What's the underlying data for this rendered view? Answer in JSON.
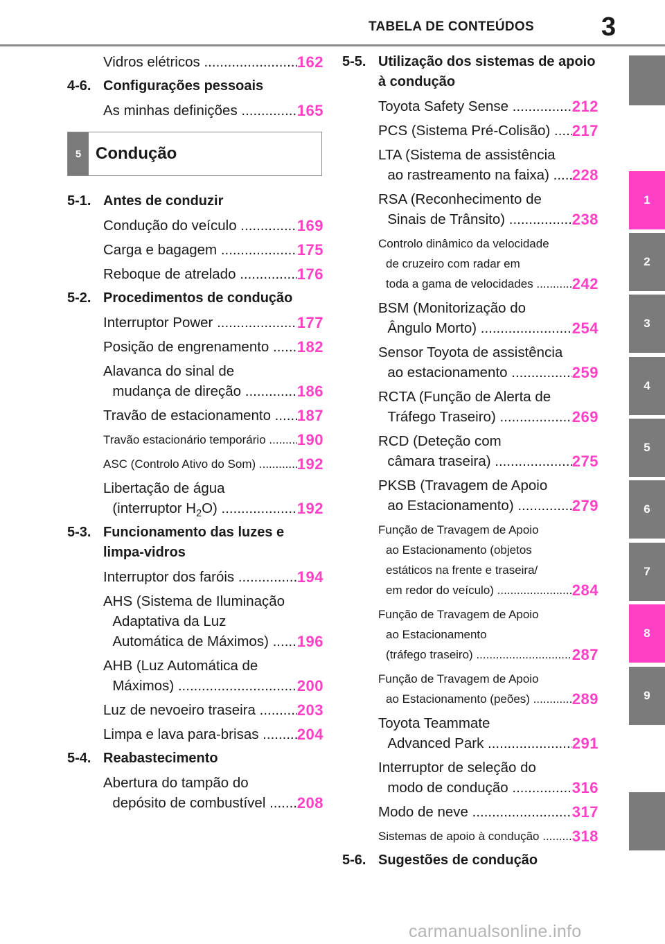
{
  "header": {
    "title": "TABELA DE CONTEÚDOS",
    "page_number": "3"
  },
  "colors": {
    "accent": "#ff3fc5",
    "tab_gray": "#7b7b7b",
    "rule": "#8a8a8a"
  },
  "left_column": {
    "top_entries": [
      {
        "title": "Vidros elétricos",
        "page": "162"
      }
    ],
    "section_4_6": {
      "number": "4-6.",
      "title": "Configurações pessoais",
      "entries": [
        {
          "title": "As minhas definições",
          "page": "165"
        }
      ]
    },
    "chapter": {
      "number": "5",
      "title": "Condução"
    },
    "section_5_1": {
      "number": "5-1.",
      "title": "Antes de conduzir",
      "entries": [
        {
          "title": "Condução do veículo",
          "page": "169"
        },
        {
          "title": "Carga e bagagem",
          "page": "175"
        },
        {
          "title": "Reboque de atrelado",
          "page": "176"
        }
      ]
    },
    "section_5_2": {
      "number": "5-2.",
      "title": "Procedimentos de condução",
      "entries": [
        {
          "title": "Interruptor Power",
          "page": "177"
        },
        {
          "title": "Posição de engrenamento",
          "page": "182"
        },
        {
          "title_pre": "Alavanca do sinal de",
          "title": "mudança de direção",
          "page": "186"
        },
        {
          "title": "Travão de estacionamento",
          "page": "187"
        },
        {
          "title": "Travão estacionário temporário",
          "page": "190"
        },
        {
          "title": "ASC (Controlo Ativo do Som)",
          "page": "192"
        },
        {
          "title_pre": "Libertação de água",
          "title_a": "(interruptor H",
          "title_sub": "2",
          "title_b": "O)",
          "page": "192"
        }
      ]
    },
    "section_5_3": {
      "number": "5-3.",
      "title": "Funcionamento das luzes e limpa-vidros",
      "entries": [
        {
          "title": "Interruptor dos faróis",
          "page": "194"
        },
        {
          "title_pre": "AHS (Sistema de Iluminação\nAdaptativa da Luz",
          "title": "Automática de Máximos)",
          "page": "196"
        },
        {
          "title_pre": "AHB (Luz Automática de",
          "title": "Máximos)",
          "page": "200"
        },
        {
          "title": "Luz de nevoeiro traseira",
          "page": "203"
        },
        {
          "title": "Limpa e lava para-brisas",
          "page": "204"
        }
      ]
    },
    "section_5_4": {
      "number": "5-4.",
      "title": "Reabastecimento",
      "entries": [
        {
          "title_pre": "Abertura do tampão do",
          "title": "depósito de combustível",
          "page": "208"
        }
      ]
    }
  },
  "right_column": {
    "section_5_5": {
      "number": "5-5.",
      "title": "Utilização dos sistemas de apoio à condução",
      "entries": [
        {
          "title": "Toyota Safety Sense",
          "page": "212"
        },
        {
          "title": "PCS (Sistema Pré-Colisão)",
          "page": "217"
        },
        {
          "title_pre": "LTA (Sistema de assistência",
          "title": "ao rastreamento na faixa)",
          "page": "228"
        },
        {
          "title_pre": "RSA (Reconhecimento de",
          "title": "Sinais de Trânsito)",
          "page": "238"
        },
        {
          "title_pre": "Controlo dinâmico da velocidade\nde cruzeiro com radar em",
          "title": "toda a gama de velocidades",
          "page": "242"
        },
        {
          "title_pre": "BSM (Monitorização do",
          "title": "Ângulo Morto)",
          "page": "254"
        },
        {
          "title_pre": "Sensor Toyota de assistência",
          "title": "ao estacionamento",
          "page": "259"
        },
        {
          "title_pre": "RCTA (Função de Alerta de",
          "title": "Tráfego Traseiro)",
          "page": "269"
        },
        {
          "title_pre": "RCD (Deteção com",
          "title": "câmara traseira)",
          "page": "275"
        },
        {
          "title_pre": "PKSB (Travagem de Apoio",
          "title": "ao Estacionamento)",
          "page": "279"
        },
        {
          "title_pre": "Função de Travagem de Apoio\nao Estacionamento (objetos\nestáticos na frente e traseira/",
          "title": "em redor do veículo)",
          "page": "284"
        },
        {
          "title_pre": "Função de Travagem de Apoio\nao Estacionamento",
          "title": "(tráfego traseiro)",
          "page": "287"
        },
        {
          "title_pre": "Função de Travagem de Apoio",
          "title": "ao Estacionamento (peões)",
          "page": "289"
        },
        {
          "title_pre": "Toyota Teammate",
          "title": "Advanced Park",
          "page": "291"
        },
        {
          "title_pre": "Interruptor de seleção do",
          "title": "modo de condução",
          "page": "316"
        },
        {
          "title": "Modo de neve",
          "page": "317"
        },
        {
          "title": "Sistemas de apoio à condução",
          "page": "318"
        }
      ]
    },
    "section_5_6": {
      "number": "5-6.",
      "title": "Sugestões de condução"
    }
  },
  "tabs": [
    {
      "label": "",
      "active": false
    },
    {
      "label": "1",
      "active": true
    },
    {
      "label": "2",
      "active": false
    },
    {
      "label": "3",
      "active": false
    },
    {
      "label": "4",
      "active": false
    },
    {
      "label": "5",
      "active": false
    },
    {
      "label": "6",
      "active": false
    },
    {
      "label": "7",
      "active": false
    },
    {
      "label": "8",
      "active": true
    },
    {
      "label": "9",
      "active": false
    },
    {
      "label": "",
      "active": false
    }
  ],
  "watermark": "carmanualsonline.info"
}
